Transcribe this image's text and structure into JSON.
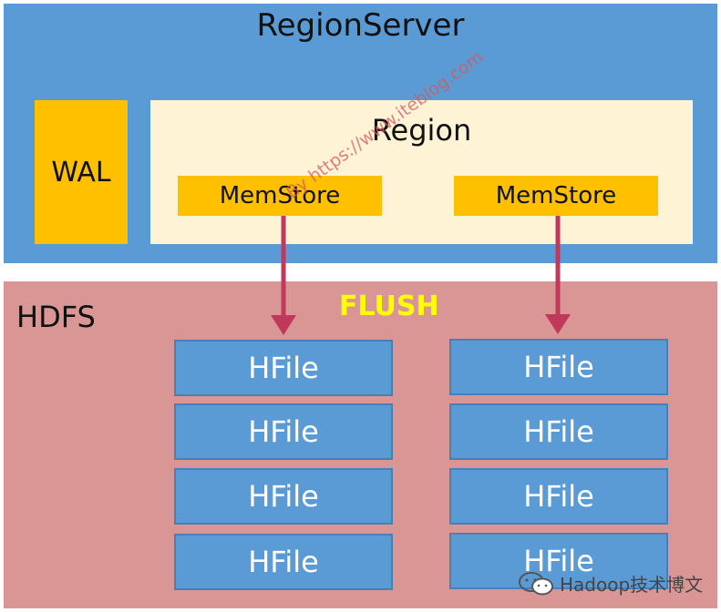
{
  "region_server": {
    "title": "RegionServer",
    "wal_label": "WAL",
    "region": {
      "title": "Region",
      "memstores": [
        "MemStore",
        "MemStore"
      ]
    }
  },
  "hdfs": {
    "label": "HDFS",
    "flush_label": "FLUSH",
    "hfile_columns": [
      [
        "HFile",
        "HFile",
        "HFile",
        "HFile"
      ],
      [
        "HFile",
        "HFile",
        "HFile",
        "HFile"
      ]
    ]
  },
  "watermark": "By https://www.iteblog.com",
  "brand": {
    "text": "Hadoop技术博文",
    "icon": "wechat-icon"
  },
  "colors": {
    "region_server_bg": "#5b9bd5",
    "region_bg": "#fff3d6",
    "memstore_bg": "#ffc000",
    "hdfs_bg": "#da9694",
    "hfile_bg": "#5b9bd5",
    "flush_text": "#ffff00",
    "arrow": "#c0395a"
  }
}
